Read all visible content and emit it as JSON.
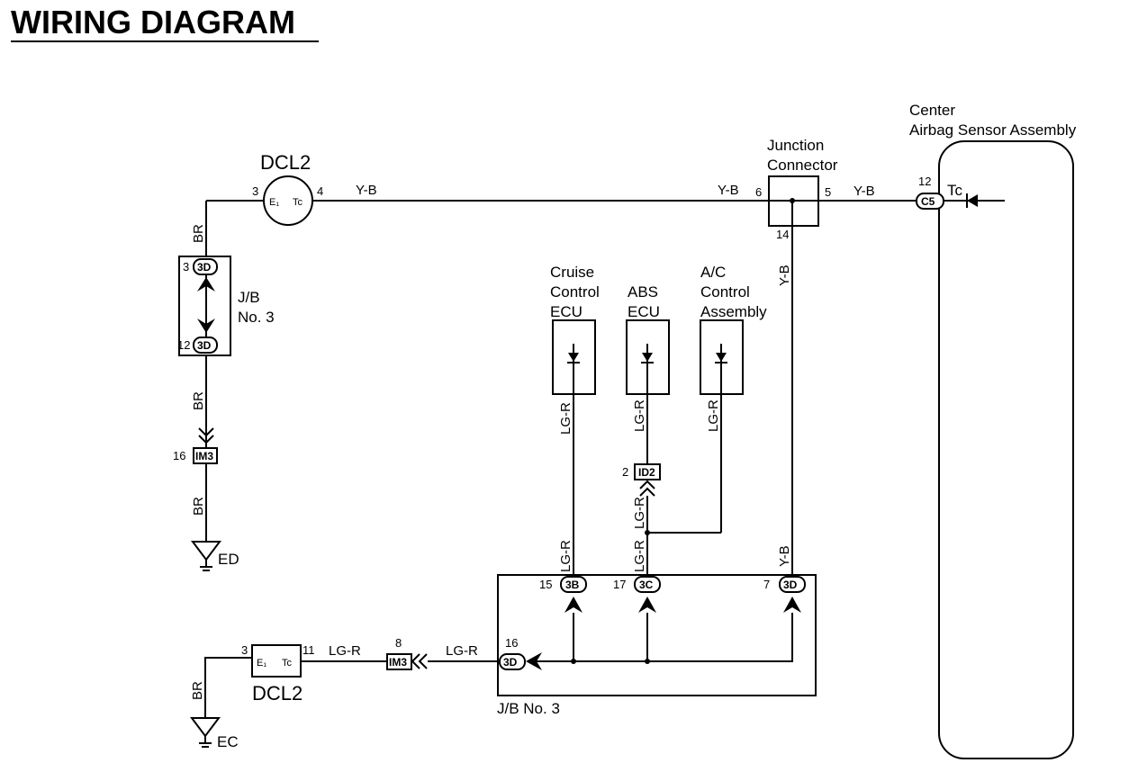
{
  "title": "WIRING DIAGRAM",
  "dcl2_top": {
    "name": "DCL2",
    "term_e1": "E₁",
    "term_tc": "Tc",
    "pin_e1": "3",
    "pin_tc": "4"
  },
  "dcl2_bottom": {
    "name": "DCL2",
    "term_e1": "E₁",
    "term_tc": "Tc",
    "pin_e1": "3",
    "pin_tc": "11"
  },
  "junction_connector": {
    "label_line1": "Junction",
    "label_line2": "Connector",
    "pin_left": "6",
    "pin_right": "5",
    "pin_bottom": "14"
  },
  "airbag_sensor": {
    "label_line1": "Center",
    "label_line2": "Airbag Sensor Assembly",
    "pin": "12",
    "connector": "C5",
    "terminal": "Tc"
  },
  "jb_top": {
    "label_line1": "J/B",
    "label_line2": "No. 3",
    "conn_top": "3D",
    "pin_top": "3",
    "conn_bottom": "3D",
    "pin_bottom": "12"
  },
  "jb_bottom": {
    "label": "J/B No. 3",
    "conn_3b": "3B",
    "pin_3b": "15",
    "conn_3c": "3C",
    "pin_3c": "17",
    "conn_3d": "3D",
    "pin_3d": "7",
    "conn_3d_left": "3D",
    "pin_3d_left": "16"
  },
  "ecu_cruise": {
    "line1": "Cruise",
    "line2": "Control",
    "line3": "ECU"
  },
  "ecu_abs": {
    "line1": "ABS",
    "line2": "ECU"
  },
  "ecu_ac": {
    "line1": "A/C",
    "line2": "Control",
    "line3": "Assembly"
  },
  "connectors": {
    "im3_top": "IM3",
    "im3_top_pin": "16",
    "id2": "ID2",
    "id2_pin": "2",
    "im3_bottom": "IM3",
    "im3_bottom_pin": "8"
  },
  "grounds": {
    "ed": "ED",
    "ec": "EC"
  },
  "wires": {
    "yb_1": "Y-B",
    "yb_2": "Y-B",
    "yb_3": "Y-B",
    "yb_4": "Y-B",
    "yb_5": "Y-B",
    "br_1": "BR",
    "br_2": "BR",
    "br_3": "BR",
    "br_4": "BR",
    "lgr_cruise_top": "LG-R",
    "lgr_abs_top": "LG-R",
    "lgr_ac": "LG-R",
    "lgr_abs_mid": "LG-R",
    "lgr_cruise_bot": "LG-R",
    "lgr_abs_bot": "LG-R",
    "lgr_h1": "LG-R",
    "lgr_h2": "LG-R"
  }
}
